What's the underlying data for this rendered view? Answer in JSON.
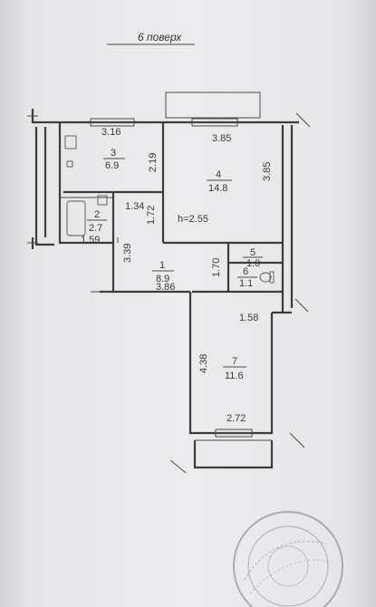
{
  "header": {
    "floor_label": "6 поверх"
  },
  "height_note": "h=2.55",
  "rooms": [
    {
      "id": "3",
      "number": "3",
      "area": "6.9"
    },
    {
      "id": "4",
      "number": "4",
      "area": "14.8"
    },
    {
      "id": "2",
      "number": "2",
      "area": "2.7"
    },
    {
      "id": "1",
      "number": "1",
      "area": "8.9"
    },
    {
      "id": "5",
      "number": "5",
      "area": "1.0"
    },
    {
      "id": "6",
      "number": "6",
      "area": "1.1"
    },
    {
      "id": "7",
      "number": "7",
      "area": "11.6"
    }
  ],
  "dimensions": {
    "d316": "3.16",
    "d385_top": "3.85",
    "d219": "2.19",
    "d385_side": "3.85",
    "d134": "1.34",
    "d172": "1.72",
    "d159": "1.59",
    "d339": "3.39",
    "d170": "1.70",
    "d386": "3.86",
    "d158": "1.58",
    "d438": "4.38",
    "d272": "2.72"
  },
  "stamp": {
    "visible": true
  }
}
